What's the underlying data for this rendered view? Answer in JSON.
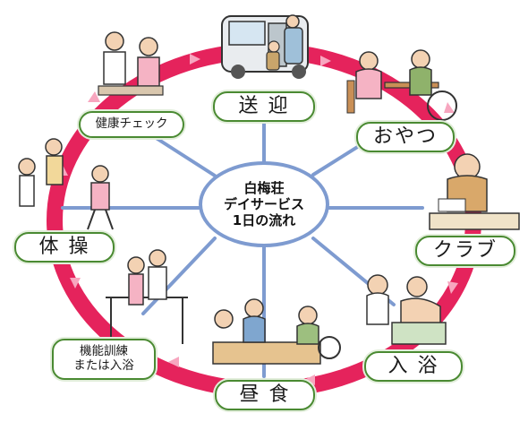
{
  "center": {
    "line1": "白梅荘",
    "line2": "デイサービス",
    "line3": "1日の流れ"
  },
  "steps": {
    "sougei": "送 迎",
    "oyatsu": "おやつ",
    "club": "クラブ",
    "nyuyoku": "入 浴",
    "chushoku": "昼 食",
    "kinou_line1": "機能訓練",
    "kinou_line2": "または入浴",
    "taisou": "体 操",
    "kenkou": "健康チェック"
  },
  "colors": {
    "ring": "#e5235c",
    "arrow": "#f7a6bf",
    "spoke": "#7e9bd0",
    "label_border": "#4a8a32"
  },
  "illustrations": [
    "transport-van-illustration",
    "snack-time-illustration",
    "club-activity-illustration",
    "bathing-illustration",
    "lunch-illustration",
    "rehabilitation-illustration",
    "exercise-illustration",
    "health-check-illustration"
  ]
}
